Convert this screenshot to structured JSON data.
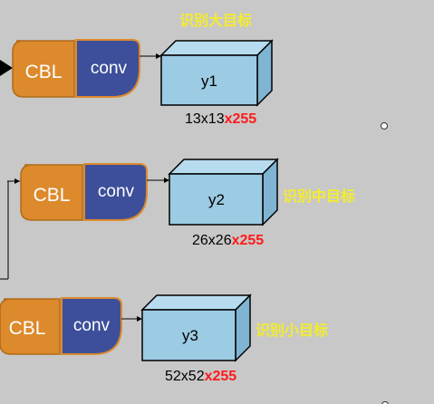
{
  "colors": {
    "background": "#c8c8c8",
    "cbl_fill": "#dc8a2c",
    "cbl_stroke": "#b06a18",
    "conv_fill": "#3d4f9a",
    "conv_stroke": "#dc8a2c",
    "box_front": "#9ccbe4",
    "box_top": "#b8dcef",
    "box_side": "#7fb4d2",
    "annotation": "#f4ec2c",
    "channel": "#ff1a1a"
  },
  "rows": [
    {
      "cbl": "CBL",
      "conv": "conv",
      "output": "y1",
      "dims": "13x13",
      "channels": "x255",
      "label": "识别大目标"
    },
    {
      "cbl": "CBL",
      "conv": "conv",
      "output": "y2",
      "dims": "26x26",
      "channels": "x255",
      "label": "识别中目标"
    },
    {
      "cbl": "CBL",
      "conv": "conv",
      "output": "y3",
      "dims": "52x52",
      "channels": "x255",
      "label": "识别小目标"
    }
  ]
}
